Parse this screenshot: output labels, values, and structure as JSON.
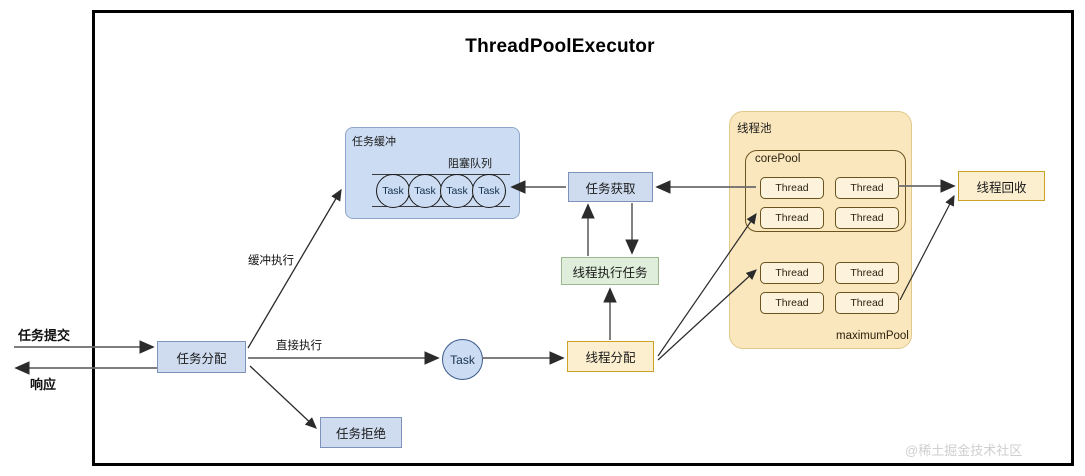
{
  "diagram": {
    "title": "ThreadPoolExecutor",
    "watermark": "@稀土掘金技术社区"
  },
  "flow_labels": {
    "submit": "任务提交",
    "response": "响应",
    "buffered_exec": "缓冲执行",
    "direct_exec": "直接执行"
  },
  "nodes": {
    "task_dispatch": "任务分配",
    "task_reject": "任务拒绝",
    "task_single": "Task",
    "thread_dispatch": "线程分配",
    "task_fetch": "任务获取",
    "thread_run_task": "线程执行任务",
    "thread_recycle": "线程回收"
  },
  "buffer": {
    "title": "任务缓冲",
    "queue_title": "阻塞队列",
    "tasks": [
      "Task",
      "Task",
      "Task",
      "Task"
    ]
  },
  "pool": {
    "title": "线程池",
    "core_label": "corePool",
    "maximum_label": "maximumPool",
    "core_threads": [
      "Thread",
      "Thread",
      "Thread",
      "Thread"
    ],
    "extra_threads": [
      "Thread",
      "Thread",
      "Thread",
      "Thread"
    ]
  },
  "colors": {
    "blue_fill": "#cfdcf0",
    "blue_border": "#7f92ba",
    "yellow_fill": "#fbefd0",
    "yellow_border": "#c9a227",
    "green_fill": "#dfeeda",
    "green_border": "#9cb88e",
    "pool_fill": "#fbe7bd",
    "frame_border": "#000000"
  }
}
